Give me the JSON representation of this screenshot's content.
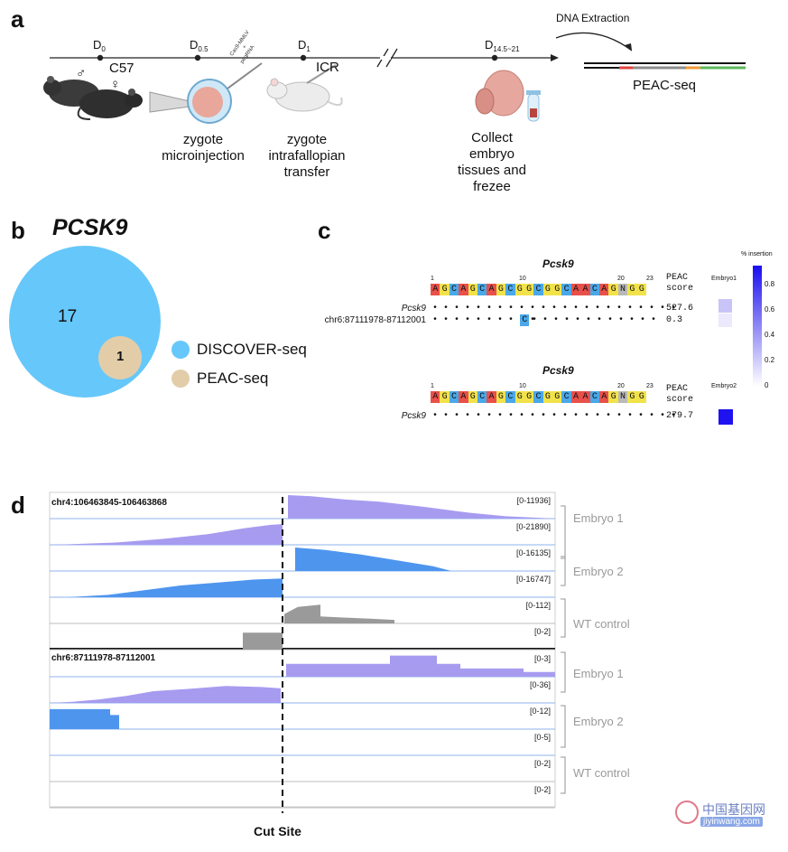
{
  "panel_a": {
    "letter": "a",
    "timepoints": [
      {
        "base": "D",
        "sub": "0"
      },
      {
        "base": "D",
        "sub": "0.5"
      },
      {
        "base": "D",
        "sub": "1"
      },
      {
        "base": "D",
        "sub": "14.5~21"
      }
    ],
    "strain_label": "C57",
    "male_symbol": "♂",
    "female_symbol": "♀",
    "recipient_label": "ICR",
    "vial_label_line1": "Cas9-MMLV",
    "vial_label_plus": "+",
    "vial_label_line2": "pegRNA",
    "step1": [
      "zygote",
      "microinjection"
    ],
    "step2": [
      "zygote",
      "intrafallopian",
      "transfer"
    ],
    "step3": [
      "Collect",
      "embryo",
      "tissues and",
      "frezee"
    ],
    "dna_extraction": "DNA Extraction",
    "method_label": "PEAC-seq",
    "colors": {
      "seg_red": "#e0433b",
      "seg_orange": "#f29a3a",
      "seg_green": "#5cb85c",
      "seg_gray": "#8d8d8d"
    }
  },
  "panel_b": {
    "letter": "b",
    "title": "PCSK9",
    "big_count": "17",
    "small_count": "1",
    "legend": [
      {
        "label": "DISCOVER-seq",
        "color": "#66c7fa"
      },
      {
        "label": "PEAC-seq",
        "color": "#e3cda9"
      }
    ]
  },
  "panel_c": {
    "letter": "c",
    "colorbar_title": "% insertion",
    "colorbar_ticks": [
      "0.8",
      "0.6",
      "0.4",
      "0.2",
      "0"
    ],
    "blocks": [
      {
        "title": "Pcsk9",
        "positions": [
          "1",
          "10",
          "20",
          "23"
        ],
        "sequence": [
          "A",
          "G",
          "C",
          "A",
          "G",
          "C",
          "A",
          "G",
          "C",
          "G",
          "G",
          "C",
          "G",
          "G",
          "C",
          "A",
          "A",
          "C",
          "A",
          "G",
          "N",
          "G",
          "G"
        ],
        "score_header": [
          "PEAC",
          "score"
        ],
        "embryo": "Embryo1",
        "rows": [
          {
            "name": "Pcsk9",
            "italic": true,
            "dots": "• • • • • • • • • • • • • • • • • • • • • • •",
            "mismatch": "",
            "score": "527.6",
            "heat": 0.3
          },
          {
            "name": "chr6:87111978-87112001",
            "italic": false,
            "dots_left": "• • • • • • • • • •",
            "mismatch": "C",
            "dots_right": "• • • • • • • • • • • •",
            "score": "0.3",
            "heat": 0.1
          }
        ]
      },
      {
        "title": "Pcsk9",
        "positions": [
          "1",
          "10",
          "20",
          "23"
        ],
        "sequence": [
          "A",
          "G",
          "C",
          "A",
          "G",
          "C",
          "A",
          "G",
          "C",
          "G",
          "G",
          "C",
          "G",
          "G",
          "C",
          "A",
          "A",
          "C",
          "A",
          "G",
          "N",
          "G",
          "G"
        ],
        "score_header": [
          "PEAC",
          "score"
        ],
        "embryo": "Embryo2",
        "rows": [
          {
            "name": "Pcsk9",
            "italic": true,
            "dots": "• • • • • • • • • • • • • • • • • • • • • • •",
            "mismatch": "",
            "score": "279.7",
            "heat": 0.95
          }
        ]
      }
    ],
    "base_colors": {
      "A": "#e8504a",
      "G": "#f2e24a",
      "C": "#4aa8e8",
      "T": "#5cc45c",
      "N": "#b9b9b9"
    }
  },
  "panel_d": {
    "letter": "d",
    "loci": [
      {
        "name": "chr4:106463845-106463868",
        "tracks": [
          {
            "range": "[0-11936]",
            "color": "#a79bf0"
          },
          {
            "range": "[0-21890]",
            "color": "#a79bf0"
          },
          {
            "range": "[0-16135]",
            "color": "#4e95ee"
          },
          {
            "range": "[0-16747]",
            "color": "#4e95ee"
          },
          {
            "range": "[0-112]",
            "color": "#9a9a9a"
          },
          {
            "range": "[0-2]",
            "color": "#9a9a9a"
          }
        ],
        "groups": [
          "Embryo 1",
          "Embryo 2",
          "WT control"
        ]
      },
      {
        "name": "chr6:87111978-87112001",
        "tracks": [
          {
            "range": "[0-3]",
            "color": "#a79bf0"
          },
          {
            "range": "[0-36]",
            "color": "#a79bf0"
          },
          {
            "range": "[0-12]",
            "color": "#4e95ee"
          },
          {
            "range": "[0-5]",
            "color": "#4e95ee"
          },
          {
            "range": "[0-2]",
            "color": "#9a9a9a"
          },
          {
            "range": "[0-2]",
            "color": "#9a9a9a"
          }
        ],
        "groups": [
          "Embryo 1",
          "Embryo 2",
          "WT control"
        ]
      }
    ],
    "cut_site_label": "Cut Site"
  },
  "watermark": {
    "text_cn": "中国基因网",
    "url": "jiyinwang.com"
  }
}
